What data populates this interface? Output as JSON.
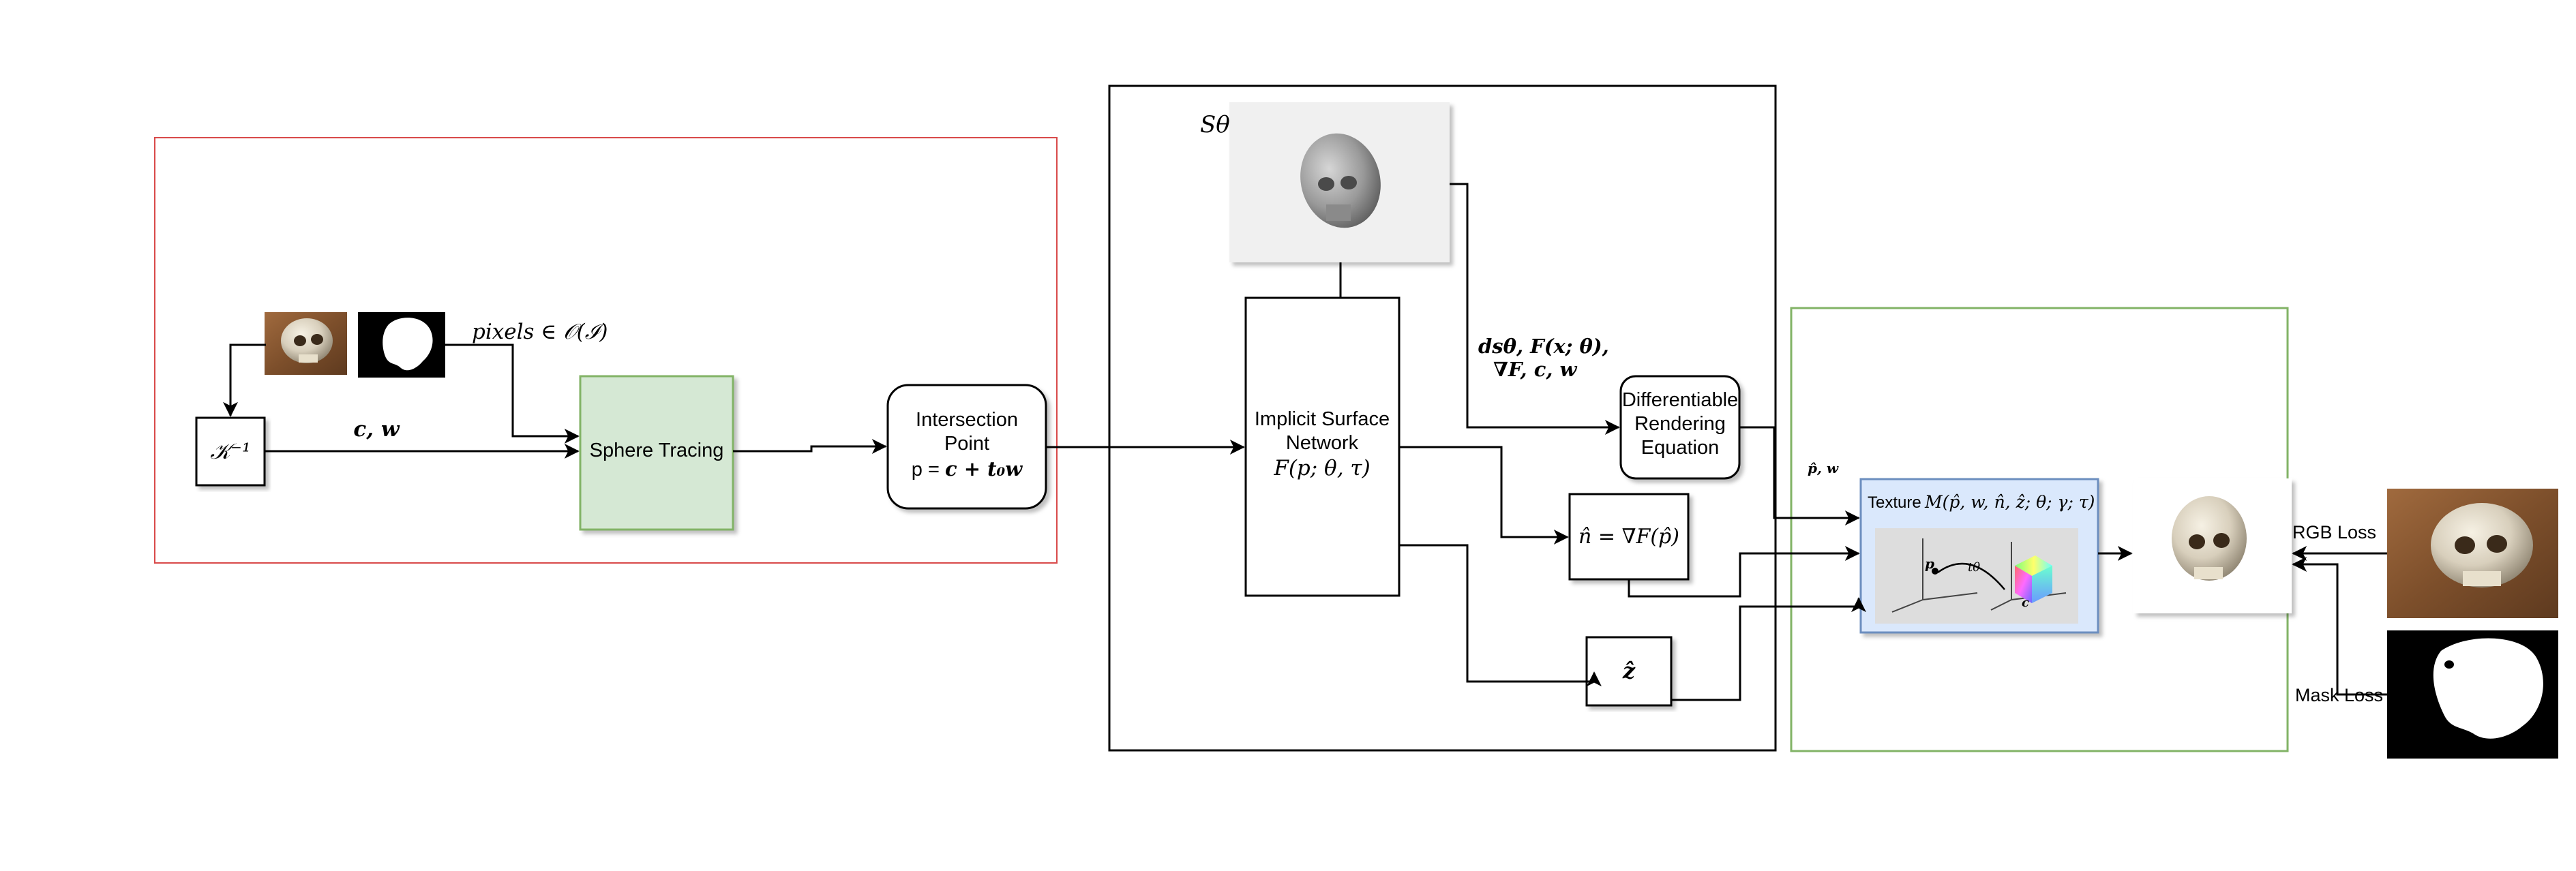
{
  "colors": {
    "red_frame": "#d94a4a",
    "green_frame": "#82b366",
    "sphere_fill": "#d5e8d4",
    "sphere_border": "#82b366",
    "texture_fill": "#dae8fc",
    "texture_border": "#6c8ebf",
    "skull_bg_brown": "#8a5a34",
    "mask_bg": "#000000"
  },
  "inputs": {
    "pixels_label": "pixels ∈ 𝒪(ℐ)",
    "kinv_label": "𝒦⁻¹",
    "cw_label": "c, w"
  },
  "sphere_tracing": {
    "label": "Sphere Tracing"
  },
  "intersection": {
    "line1": "Intersection",
    "line2": "Point",
    "line3_prefix": "p = ",
    "line3_math": "c + t₀w"
  },
  "network": {
    "s_theta": "Sθ",
    "line1": "Implicit Surface",
    "line2": "Network",
    "line3": "F(p; θ, τ)"
  },
  "render_inputs": {
    "line1": "dsθ, F(x; θ),",
    "line2": "∇F, c, w"
  },
  "render_eq": {
    "line1": "Differentiable",
    "line2": "Rendering",
    "line3": "Equation"
  },
  "normal": {
    "label": "n̂ = ∇F(p̂)"
  },
  "zhat": {
    "label": "ẑ"
  },
  "pw": {
    "label": "p̂, w"
  },
  "texture": {
    "label": "Texture",
    "formula": "M(p̂, w, n̂, ẑ; θ; γ; τ)",
    "inset_p": "p",
    "inset_t": "tθ",
    "inset_c": "c"
  },
  "losses": {
    "rgb": "RGB Loss",
    "mask": "Mask Loss"
  }
}
